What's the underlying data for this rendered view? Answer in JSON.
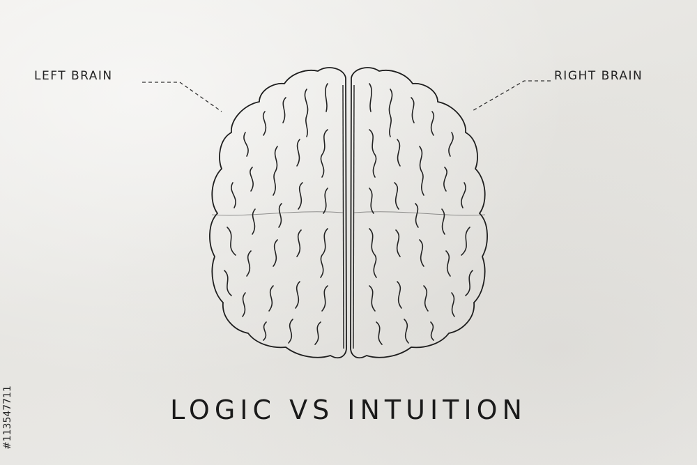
{
  "labels": {
    "left": "LEFT BRAIN",
    "right": "RIGHT BRAIN"
  },
  "title": "LOGIC VS INTUITION",
  "stock_id": "#113547711",
  "colors": {
    "background": "#e9e8e5",
    "ink": "#1c1c1c"
  }
}
